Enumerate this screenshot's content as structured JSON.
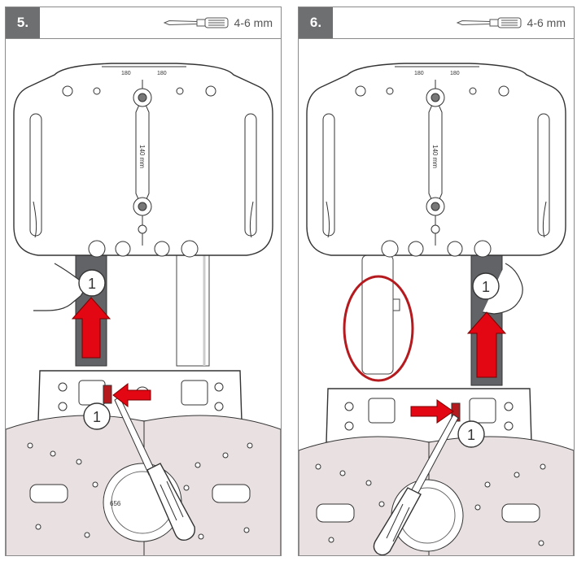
{
  "steps": [
    {
      "number": "5.",
      "tool_size": "4-6 mm",
      "scale_labels": [
        "180",
        "180"
      ],
      "dimension_label": "140 mm",
      "callouts": [
        "1",
        "1"
      ]
    },
    {
      "number": "6.",
      "tool_size": "4-6 mm",
      "scale_labels": [
        "180",
        "180"
      ],
      "dimension_label": "140 mm",
      "callouts": [
        "1",
        "1"
      ]
    }
  ],
  "base_plate_label": "656",
  "colors": {
    "arrow": "#e30613",
    "highlight": "#b51a1f",
    "header_box": "#6d6f71",
    "plate_fill": "#e9e1e1",
    "tube_dark": "#616366"
  }
}
